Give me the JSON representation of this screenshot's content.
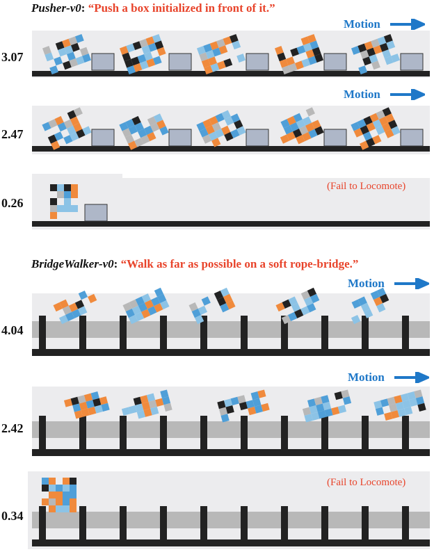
{
  "pusher": {
    "env": "Pusher-v0",
    "colon": ":",
    "desc": "“Push a box initialized in front of it.”",
    "rows": [
      {
        "score": "3.07",
        "motion": "Motion"
      },
      {
        "score": "2.47",
        "motion": "Motion"
      },
      {
        "score": "0.26",
        "fail": "(Fail to Locomote)"
      }
    ]
  },
  "bridge": {
    "env": "BridgeWalker-v0",
    "colon": ":",
    "desc": "“Walk as far as possible on a soft rope-bridge.”",
    "rows": [
      {
        "score": "4.04",
        "motion": "Motion"
      },
      {
        "score": "2.42",
        "motion": "Motion"
      },
      {
        "score": "0.34",
        "fail": "(Fail to Locomote)"
      }
    ]
  },
  "colors": {
    "orange": "#f08a3c",
    "light_blue": "#8cc3e6",
    "blue": "#4f9fd8",
    "black": "#222222",
    "gray": "#b8b8b8",
    "box": "#aeb7c8",
    "arrow": "#1f78c8",
    "red_text": "#e8442b"
  }
}
